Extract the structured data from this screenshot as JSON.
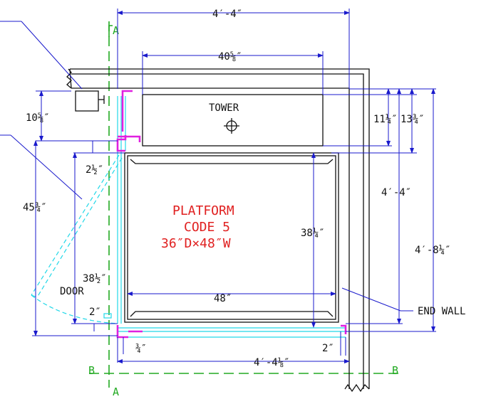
{
  "dimensions": {
    "overall_width": "4′-4″",
    "tower_width": "40⅝″",
    "tower_offset": "10⅝″",
    "right_a": "11¼″",
    "right_b": "13¾″",
    "left_gap": "2½″",
    "left_height": "45¾″",
    "door_width": "38½″",
    "door_label": "DOOR",
    "inner_height": "38¼″",
    "right_height": "4′-4″",
    "overall_height": "4′-8¼″",
    "platform_width": "48″",
    "bottom_left_gap": "2″",
    "bottom_quarter": "¾″",
    "bottom_right_gap": "2″",
    "bottom_width": "4′-4⅛″"
  },
  "labels": {
    "tower": "TOWER",
    "platform_line1": "PLATFORM",
    "platform_line2": "CODE 5",
    "platform_line3": "36″D×48″W",
    "end_wall": "END WALL",
    "section_a_top": "A",
    "section_a_bottom": "A",
    "section_b_left": "B",
    "section_b_right": "B"
  },
  "colors": {
    "dimension": "#1a1acc",
    "platform_text": "#e02020",
    "centerline": "#22aa22",
    "door_swing": "#22d8e8",
    "bracket": "#e020e0"
  }
}
